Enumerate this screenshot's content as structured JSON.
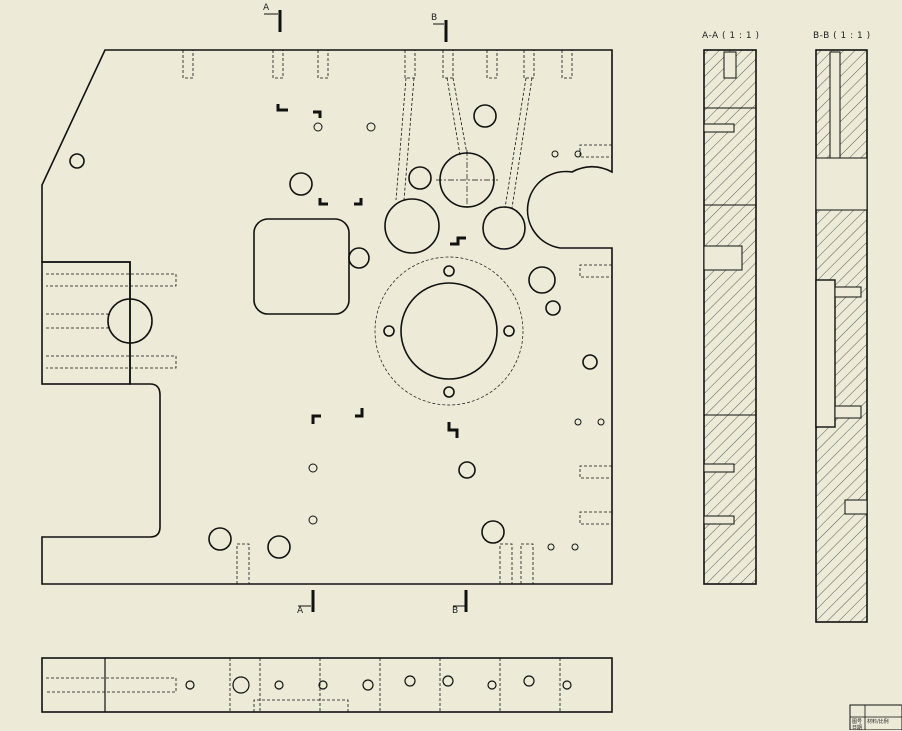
{
  "drawing": {
    "section_marks": {
      "a_top": "A",
      "b_top": "B",
      "a_bottom": "A",
      "b_bottom": "B"
    },
    "views": {
      "section_aa_title": "A-A ( 1 : 1 )",
      "section_bb_title": "B-B ( 1 : 1 )"
    },
    "title_block": {
      "field1": "图号",
      "field2": "材料/比例",
      "field3": "日期"
    },
    "colors": {
      "background": "#edebd8",
      "line": "#111111"
    }
  }
}
